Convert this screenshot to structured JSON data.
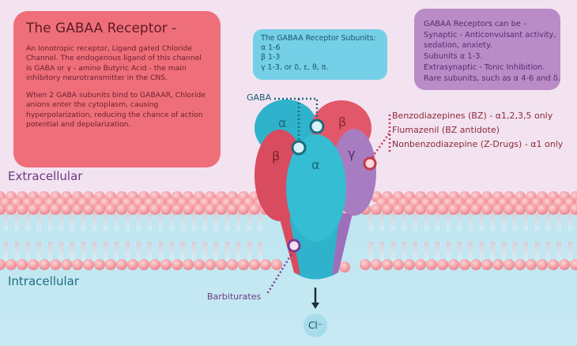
{
  "info_box": {
    "title": "The GABAA Receptor -",
    "paragraph1": "An Ionotropic receptor, Ligand gated Chloride Channel. The endogenous ligand of this channel is GABA or γ - amino Butyric Acid - the main inhibitory neurotransmitter in the CNS.",
    "paragraph2": "When 2 GABA subunits bind to GABAAR, Chloride anions enter the cytoplasm, causing hyperpolarization, reducing the chance of action potential and depolarization."
  },
  "subunits_box": {
    "lines": [
      "The GABAA Receptor Subunits:",
      "α 1-6",
      "β 1-3",
      "γ 1-3, or δ, ε, θ, π."
    ]
  },
  "types_box": {
    "lines": [
      "GABAA Receptors can be -",
      "Synaptic - Anticonvulsant activity,",
      "sedation, anxiety.",
      "Subunits α 1-3.",
      "Extrasynaptic - Tonic Inhibition.",
      "Rare subunits, such as α 4-6 and δ."
    ]
  },
  "zones": {
    "extracellular": "Extracellular",
    "intracellular": "Intracellular"
  },
  "receptor": {
    "subunits": [
      {
        "id": "alpha-top",
        "symbol": "α",
        "color": "#2fb3cc"
      },
      {
        "id": "beta-top",
        "symbol": "β",
        "color": "#e2586a"
      },
      {
        "id": "beta-left",
        "symbol": "β",
        "color": "#d94b5e"
      },
      {
        "id": "alpha-front",
        "symbol": "α",
        "color": "#35bdd4"
      },
      {
        "id": "gamma-right",
        "symbol": "γ",
        "color": "#a77cc0"
      }
    ],
    "gaba_label": "GABA",
    "barbiturates_label": "Barbiturates",
    "ion_label": "Cl⁻"
  },
  "drug_sites": {
    "labels": [
      "Benzodiazepines (BZ) - α1,2,3,5 only",
      "Flumazenil (BZ antidote)",
      "Nonbenzodiazepine (Z-Drugs) - α1 only"
    ]
  },
  "colors": {
    "info_box": "#ee6f79",
    "subunits_box": "#74d0e6",
    "types_box": "#b98bc7",
    "gaba_site": "#1c6b7c",
    "bz_site": "#c23b4b",
    "barbiturate_site": "#7a3d93"
  }
}
